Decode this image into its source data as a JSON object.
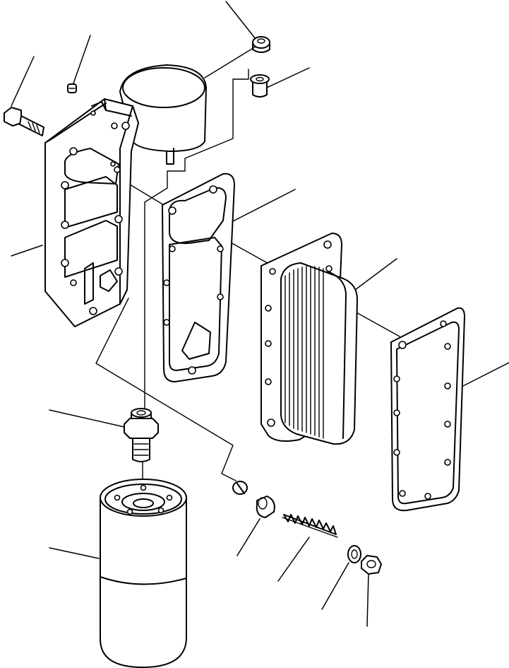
{
  "diagram": {
    "kind": "exploded-parts-view",
    "description_visible_text": ""
  },
  "parts": [
    {
      "id": "plug",
      "icon": "plug-icon"
    },
    {
      "id": "nipple",
      "icon": "nipple-icon"
    },
    {
      "id": "bolt",
      "icon": "bolt-icon"
    },
    {
      "id": "oil-cooler-housing",
      "icon": "housing-icon"
    },
    {
      "id": "gasket-front",
      "icon": "gasket-icon"
    },
    {
      "id": "oil-cooler-element",
      "icon": "cooler-core-icon"
    },
    {
      "id": "gasket-rear",
      "icon": "gasket-icon"
    },
    {
      "id": "connector",
      "icon": "connector-icon"
    },
    {
      "id": "oil-filter",
      "icon": "filter-icon"
    },
    {
      "id": "valve",
      "icon": "valve-icon"
    },
    {
      "id": "spring",
      "icon": "spring-icon"
    },
    {
      "id": "washer",
      "icon": "washer-icon"
    },
    {
      "id": "plug-bottom",
      "icon": "plug-icon"
    }
  ],
  "colors": {
    "ink": "#000000",
    "paper": "#ffffff"
  }
}
